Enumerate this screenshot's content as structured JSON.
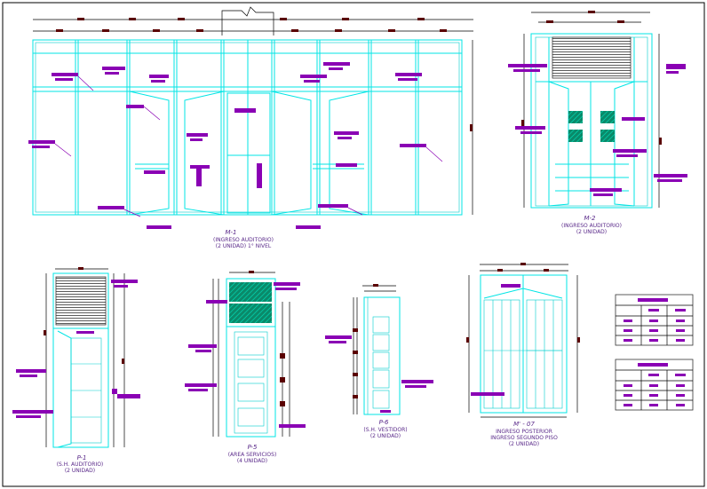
{
  "drawings": [
    {
      "id": "m1",
      "code": "M-1",
      "line1": "(INGRESO AUDITORIO)",
      "line2": "(2 UNIDAD) 1° NIVEL"
    },
    {
      "id": "m2",
      "code": "M-2",
      "line1": "(INGRESO AUDITORIO)",
      "line2": "(2 UNIDAD)"
    },
    {
      "id": "p1",
      "code": "P-1",
      "line1": "(S.H. AUDITORIO)",
      "line2": "(2 UNIDAD)"
    },
    {
      "id": "p5",
      "code": "P-5",
      "line1": "(AREA SERVICIOS)",
      "line2": "(4 UNIDAD)"
    },
    {
      "id": "p6",
      "code": "P-6",
      "line1": "(S.H. VESTIDOR)",
      "line2": "(2 UNIDAD)"
    },
    {
      "id": "m07",
      "code": "M' - 07",
      "line1": "INGRESO POSTERIOR",
      "line2": "INGRESO SEGUNDO PISO",
      "line3": "(2 UNIDAD)"
    }
  ],
  "colors": {
    "frame": "#00e5e5",
    "annotation": "#8a00b4",
    "dimension": "#5a0000",
    "caption": "#5a2a8a"
  }
}
